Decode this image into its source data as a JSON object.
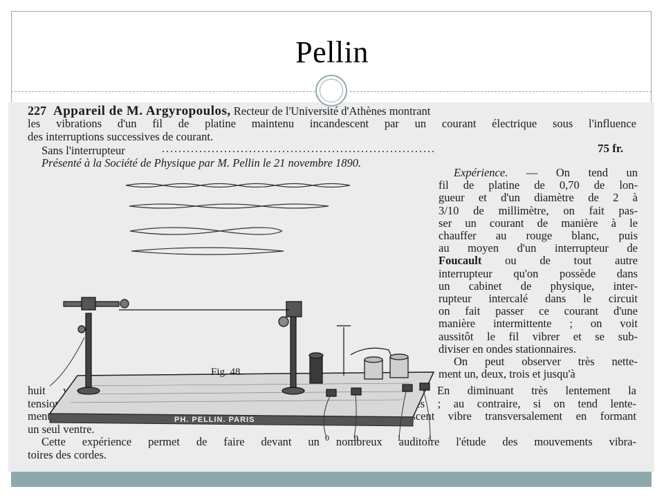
{
  "slide": {
    "title": "Pellin"
  },
  "catalog": {
    "entry_number": "227",
    "entry_heading": "Appareil de M. Argyropoulos,",
    "intro_line_1_rest": "Recteur de l'Université d'Athènes montrant",
    "intro_line_2": "les vibrations d'un fil de platine maintenu incandescent par un courant électrique sous l'influence",
    "intro_line_3": "des interruptions successives de courant.",
    "variant_label": "Sans l'interrupteur",
    "price": "75 fr.",
    "presented_line": "Présenté à la Société de Physique par M. Pellin le 21 novembre 1890.",
    "experience_lines": [
      "Expérience. — On tend un",
      "fil de platine de 0,70 de lon-",
      "gueur et d'un diamètre de 2 à",
      "3/10 de millimètre, on fait pas-",
      "ser un courant de manière à le",
      "chauffer au rouge blanc, puis",
      "au moyen d'un interrupteur de",
      "Foucault ou de tout autre",
      "interrupteur qu'on possède dans",
      "un cabinet de physique, inter-",
      "rupteur intercalé dans le circuit",
      "on fait passer ce courant d'une",
      "manière intermittente ; on voit",
      "aussitôt le fil vibrer et se sub-",
      "diviser en ondes stationnaires.",
      "On peut observer très nette-",
      "ment un, deux, trois et jusqu'à"
    ],
    "bottom_lines": [
      "huit ventres séparés par des nœuds qui semblent immobiles. En diminuant très lentement la",
      "tension du fil de platine, on augmente le nombre de ces ventres ; au contraire, si on tend lente-",
      "ment le fil, le nombre des ventres diminue et le fil incandescent vibre transversalement en formant",
      "un seul ventre.",
      "Cette expérience permet de faire devant un nombreux auditoire l'étude des mouvements vibra-",
      "toires des cordes."
    ],
    "figure": {
      "caption": "Fig. 48.",
      "base_label": "PH. PELLIN. PARIS",
      "terminal_labels": [
        "0",
        "0",
        "1",
        "1"
      ]
    }
  }
}
